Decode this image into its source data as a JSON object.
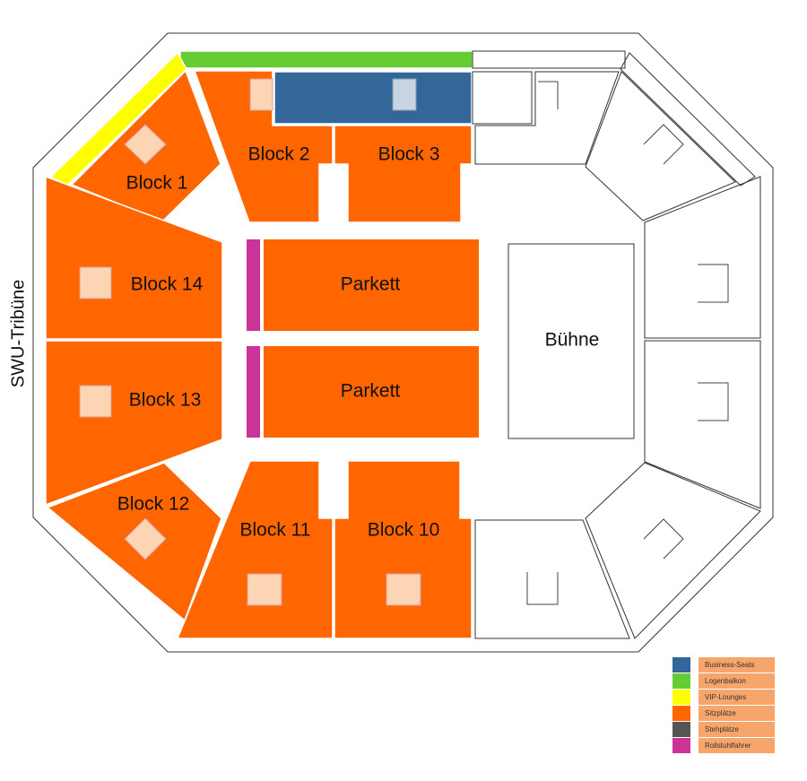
{
  "colors": {
    "business": "#336699",
    "loge": "#66cc33",
    "vip": "#ffff00",
    "seats": "#ff6600",
    "standing": "#555555",
    "wheelchair": "#cc3399",
    "seat_marker": "#fcd5b5",
    "business_marker": "#c8d4e0",
    "outline": "#333333"
  },
  "tribune": {
    "label": "SWU-Tribüne"
  },
  "stage": {
    "label": "Bühne"
  },
  "blocks": {
    "b1": "Block 1",
    "b2": "Block 2",
    "b3": "Block 3",
    "b10": "Block 10",
    "b11": "Block 11",
    "b12": "Block 12",
    "b13": "Block 13",
    "b14": "Block 14",
    "parkett_upper": "Parkett",
    "parkett_lower": "Parkett"
  },
  "legend": [
    {
      "label": "Business-Seats",
      "color": "#336699"
    },
    {
      "label": "Logenbalkon",
      "color": "#66cc33"
    },
    {
      "label": "VIP-Lounges",
      "color": "#ffff00"
    },
    {
      "label": "Sitzplätze",
      "color": "#ff6600"
    },
    {
      "label": "Stehplätze",
      "color": "#555555"
    },
    {
      "label": "Rollstuhlfahrer",
      "color": "#cc3399"
    }
  ]
}
